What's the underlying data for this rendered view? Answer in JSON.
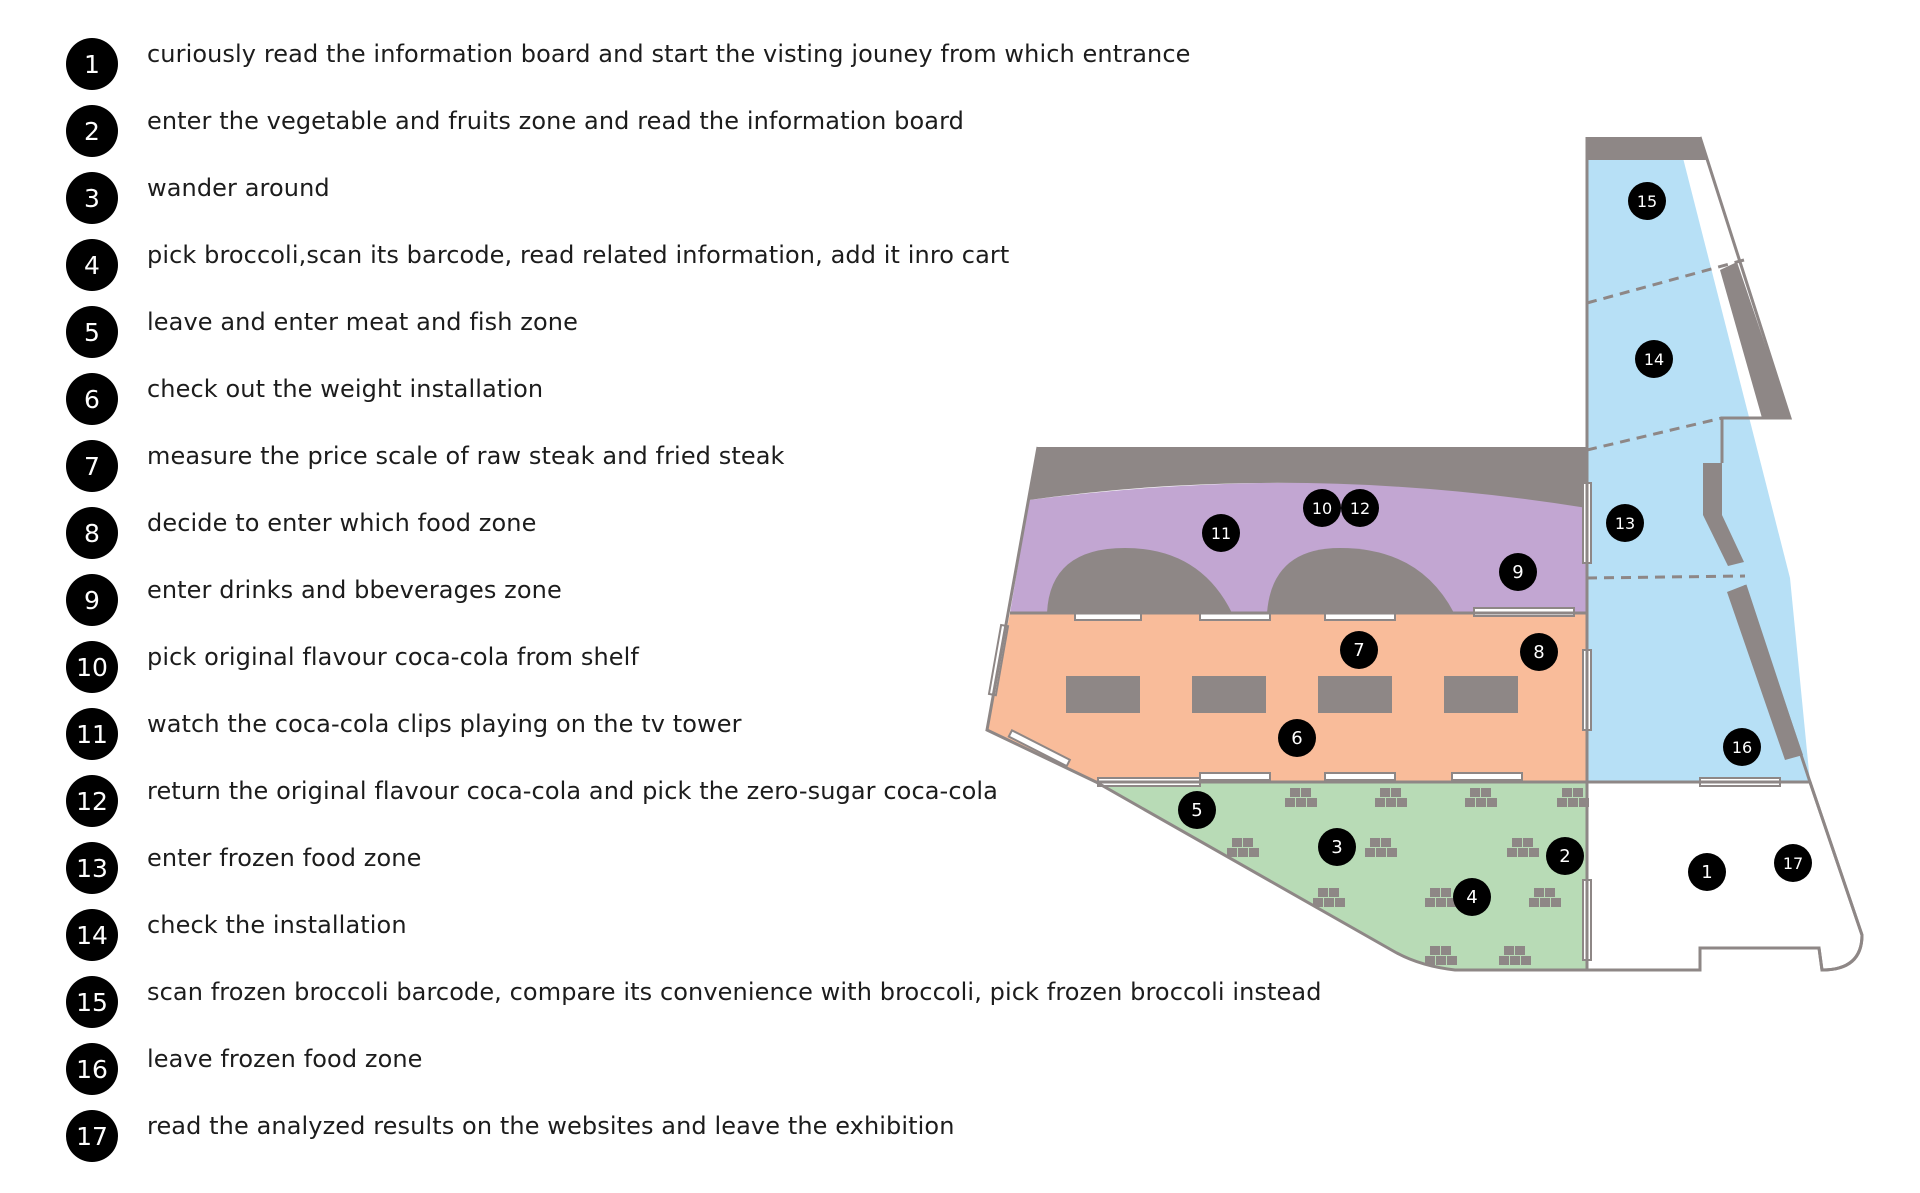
{
  "steps": [
    {
      "num": "1",
      "text": "curiously read the information board and start the visting jouney from which entrance"
    },
    {
      "num": "2",
      "text": "enter the vegetable and fruits zone and read the information board"
    },
    {
      "num": "3",
      "text": "wander around"
    },
    {
      "num": "4",
      "text": "pick broccoli,scan its barcode, read related information, add  it inro cart"
    },
    {
      "num": "5",
      "text": "leave and enter meat and fish zone"
    },
    {
      "num": "6",
      "text": "check out the weight installation"
    },
    {
      "num": "7",
      "text": "measure the price scale of raw steak and fried steak"
    },
    {
      "num": "8",
      "text": "decide to enter which food zone"
    },
    {
      "num": "9",
      "text": "enter drinks and bbeverages zone"
    },
    {
      "num": "10",
      "text": "pick original flavour coca-cola from shelf"
    },
    {
      "num": "11",
      "text": "watch the coca-cola clips playing on the tv tower"
    },
    {
      "num": "12",
      "text": "return the  original flavour coca-cola and pick the zero-sugar coca-cola"
    },
    {
      "num": "13",
      "text": "enter frozen food zone"
    },
    {
      "num": "14",
      "text": "check the installation"
    },
    {
      "num": "15",
      "text": "scan frozen broccoli barcode, compare its convenience with broccoli, pick frozen broccoli instead"
    },
    {
      "num": "16",
      "text": "leave frozen food zone"
    },
    {
      "num": "17",
      "text": "read the analyzed results on the websites and leave the exhibition"
    }
  ],
  "map_markers": [
    "15",
    "14",
    "13",
    "10",
    "12",
    "11",
    "9",
    "7",
    "8",
    "6",
    "5",
    "3",
    "2",
    "4",
    "16",
    "1",
    "17"
  ],
  "colors": {
    "drinks_zone": "#c2a6d2",
    "meat_zone": "#f9bc9a",
    "veg_zone": "#b8dbb6",
    "frozen_zone": "#b7e0f6",
    "entrance_zone": "#ffffff",
    "wall": "#8e8786",
    "marker": "#000000"
  }
}
